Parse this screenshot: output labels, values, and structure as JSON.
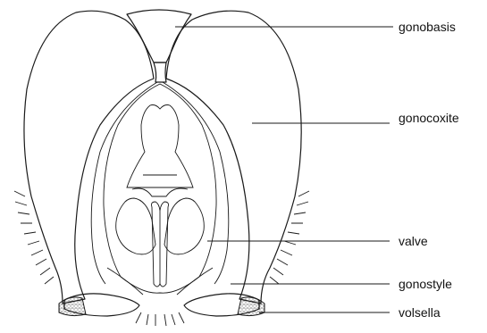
{
  "labels": {
    "gonobasis": "gonobasis",
    "gonocoxite": "gonocoxite",
    "valve": "valve",
    "gonostyle": "gonostyle",
    "volsella": "volsella"
  },
  "colors": {
    "ink": "#1a1a1a",
    "background": "#ffffff"
  }
}
